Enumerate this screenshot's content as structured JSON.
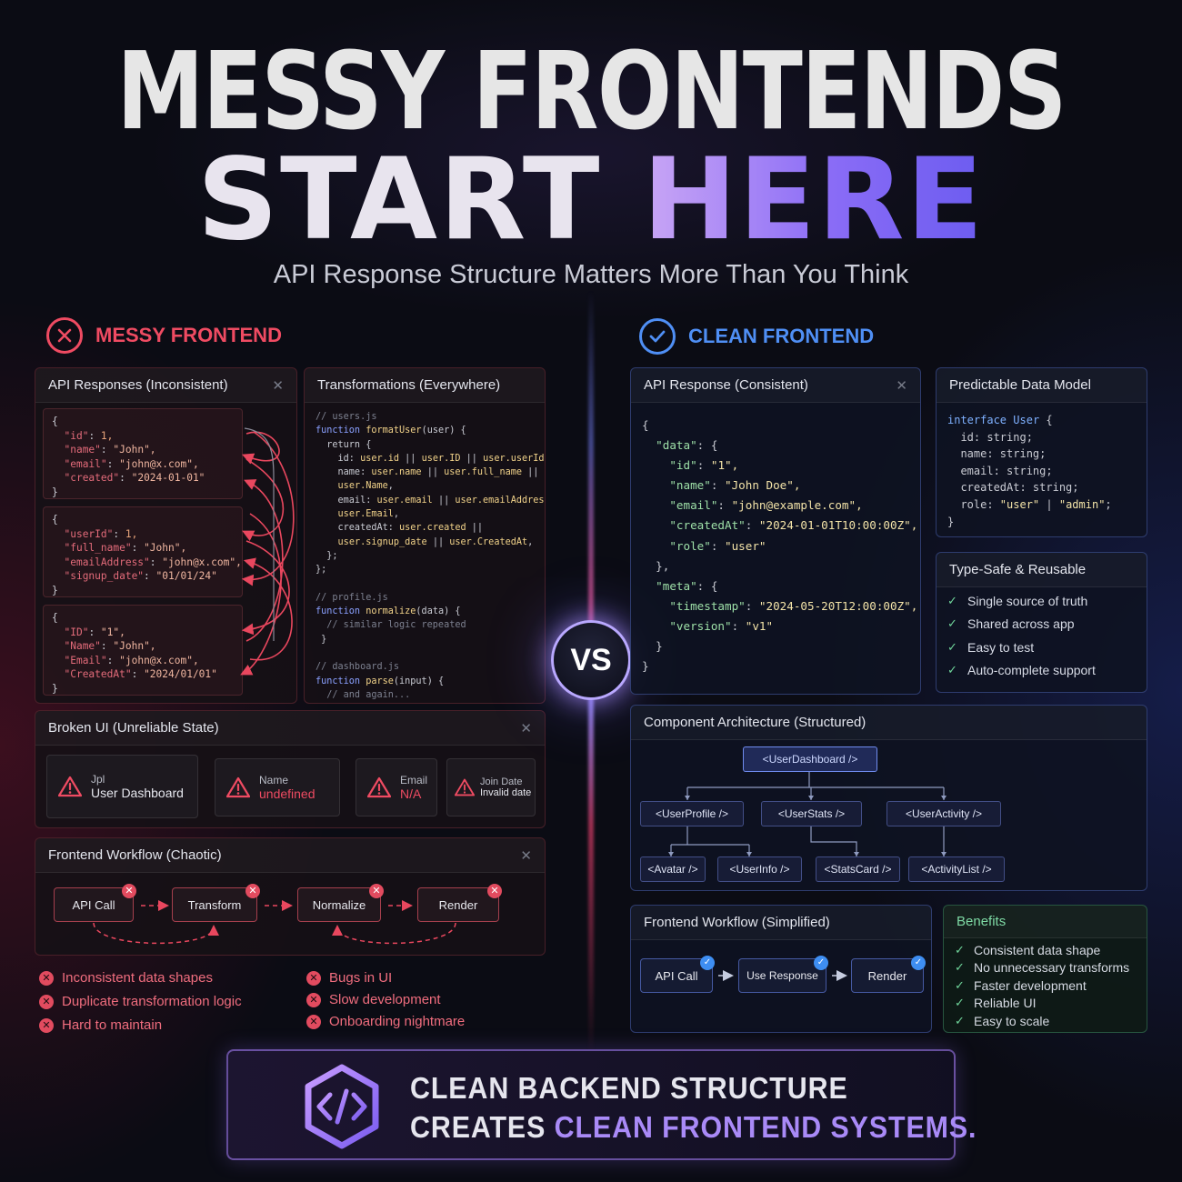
{
  "header": {
    "title_line1": "MESSY FRONTENDS",
    "title_line2_a": "START",
    "title_line2_b": "HERE",
    "subtitle": "API Response Structure Matters More Than You Think"
  },
  "vs_label": "VS",
  "messy": {
    "heading": "MESSY FRONTEND",
    "api_panel": {
      "title": "API Responses (Inconsistent)",
      "blocks": [
        [
          [
            "{",
            ""
          ],
          [
            "  \"id\": ",
            "1,"
          ],
          [
            "  \"name\": ",
            "\"John\","
          ],
          [
            "  \"email\": ",
            "\"john@x.com\","
          ],
          [
            "  \"created\": ",
            "\"2024-01-01\""
          ],
          [
            "}",
            ""
          ]
        ],
        [
          [
            "{",
            ""
          ],
          [
            "  \"userId\": ",
            "1,"
          ],
          [
            "  \"full_name\": ",
            "\"John\","
          ],
          [
            "  \"emailAddress\": ",
            "\"john@x.com\","
          ],
          [
            "  \"signup_date\": ",
            "\"01/01/24\""
          ],
          [
            "}",
            ""
          ]
        ],
        [
          [
            "{",
            ""
          ],
          [
            "  \"ID\": ",
            "\"1\","
          ],
          [
            "  \"Name\": ",
            "\"John\","
          ],
          [
            "  \"Email\": ",
            "\"john@x.com\","
          ],
          [
            "  \"CreatedAt\": ",
            "\"2024/01/01\""
          ],
          [
            "}",
            ""
          ]
        ]
      ]
    },
    "transform_panel": {
      "title": "Transformations (Everywhere)",
      "lines": [
        "// users.js",
        "function formatUser(user) {",
        "  return {",
        "    id: user.id || user.ID || user.userId,",
        "    name: user.name || user.full_name ||",
        "    user.Name,",
        "    email: user.email || user.emailAddress ||",
        "    user.Email,",
        "    createdAt: user.created ||",
        "    user.signup_date || user.CreatedAt,",
        "  };",
        "};",
        "",
        "// profile.js",
        "function normalize(data) {",
        "  // similar logic repeated",
        " }",
        "",
        "// dashboard.js",
        "function parse(input) {",
        "  // and again...",
        "  `"
      ]
    },
    "broken_panel": {
      "title": "Broken UI (Unreliable State)",
      "cards": [
        {
          "label": "Jpl",
          "value": "User Dashboard"
        },
        {
          "label": "Name",
          "value": "undefined"
        },
        {
          "label": "Email",
          "value": "N/A"
        },
        {
          "label": "Join Date",
          "value": "Invalid date"
        }
      ]
    },
    "workflow_panel": {
      "title": "Frontend Workflow (Chaotic)",
      "steps": [
        "API Call",
        "Transform",
        "Normalize",
        "Render"
      ]
    },
    "problems": [
      "Inconsistent data shapes",
      "Duplicate transformation logic",
      "Hard to maintain",
      "Bugs in UI",
      "Slow development",
      "Onboarding nightmare"
    ]
  },
  "clean": {
    "heading": "CLEAN FRONTEND",
    "api_panel": {
      "title": "API Response (Consistent)",
      "lines": [
        [
          "{",
          "",
          ""
        ],
        [
          "  ",
          "\"data\"",
          ": {"
        ],
        [
          "    ",
          "\"id\"",
          ": ",
          "\"1\","
        ],
        [
          "    ",
          "\"name\"",
          ": ",
          "\"John Doe\","
        ],
        [
          "    ",
          "\"email\"",
          ": ",
          "\"john@example.com\","
        ],
        [
          "    ",
          "\"createdAt\"",
          ": ",
          "\"2024-01-01T10:00:00Z\","
        ],
        [
          "    ",
          "\"role\"",
          ": ",
          "\"user\""
        ],
        [
          "  },",
          "",
          ""
        ],
        [
          "  ",
          "\"meta\"",
          ": {"
        ],
        [
          "    ",
          "\"timestamp\"",
          ": ",
          "\"2024-05-20T12:00:00Z\","
        ],
        [
          "    ",
          "\"version\"",
          ": ",
          "\"v1\""
        ],
        [
          "  }",
          "",
          ""
        ],
        [
          "}",
          "",
          ""
        ]
      ]
    },
    "model_panel": {
      "title": "Predictable Data Model",
      "lines": [
        "interface User {",
        "  id: string;",
        "  name: string;",
        "  email: string;",
        "  createdAt: string;",
        "  role: \"user\" | \"admin\";",
        "}"
      ]
    },
    "typesafe_panel": {
      "title": "Type-Safe & Reusable",
      "items": [
        "Single source of truth",
        "Shared across app",
        "Easy to test",
        "Auto-complete support"
      ]
    },
    "component_panel": {
      "title": "Component Architecture (Structured)",
      "root": "<UserDashboard />",
      "level1": [
        "<UserProfile />",
        "<UserStats />",
        "<UserActivity />"
      ],
      "level2": [
        "<Avatar />",
        "<UserInfo />",
        "<StatsCard />",
        "<ActivityList />"
      ]
    },
    "workflow_panel": {
      "title": "Frontend Workflow (Simplified)",
      "steps": [
        "API Call",
        "Use Response",
        "Render"
      ]
    },
    "benefits_panel": {
      "title": "Benefits",
      "items": [
        "Consistent data shape",
        "No unnecessary transforms",
        "Faster development",
        "Reliable UI",
        "Easy to scale"
      ]
    }
  },
  "banner": {
    "line1": "CLEAN BACKEND STRUCTURE",
    "line2_a": "CREATES ",
    "line2_b": "CLEAN FRONTEND SYSTEMS."
  },
  "colors": {
    "messy_accent": "#ef4b62",
    "clean_accent": "#4f8ff5",
    "banner_accent": "#a98af7",
    "benefit_green": "#6fd49a"
  }
}
